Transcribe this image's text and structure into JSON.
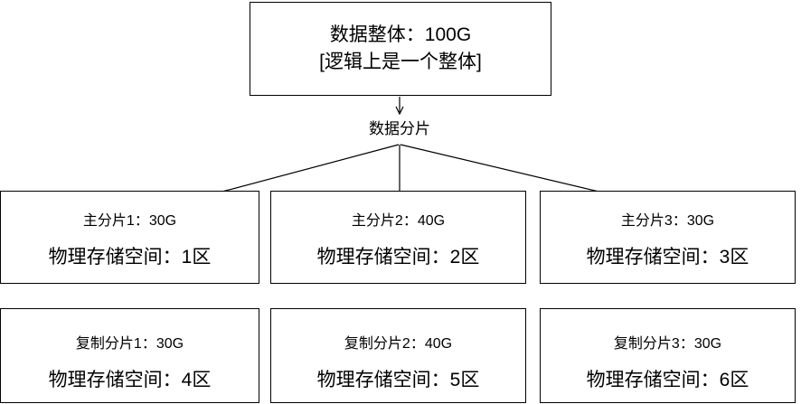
{
  "diagram": {
    "root_box": {
      "line1": "数据整体：100G",
      "line2": "[逻辑上是一个整体]"
    },
    "split_label": "数据分片",
    "primary_shards": [
      {
        "title": "主分片1：30G",
        "storage": "物理存储空间：1区"
      },
      {
        "title": "主分片2：40G",
        "storage": "物理存储空间：2区"
      },
      {
        "title": "主分片3：30G",
        "storage": "物理存储空间：3区"
      }
    ],
    "replica_shards": [
      {
        "title": "复制分片1：30G",
        "storage": "物理存储空间：4区"
      },
      {
        "title": "复制分片2：40G",
        "storage": "物理存储空间：5区"
      },
      {
        "title": "复制分片3：30G",
        "storage": "物理存储空间：6区"
      }
    ],
    "colors": {
      "background": "#ffffff",
      "border": "#000000",
      "text": "#000000",
      "line": "#000000"
    }
  }
}
